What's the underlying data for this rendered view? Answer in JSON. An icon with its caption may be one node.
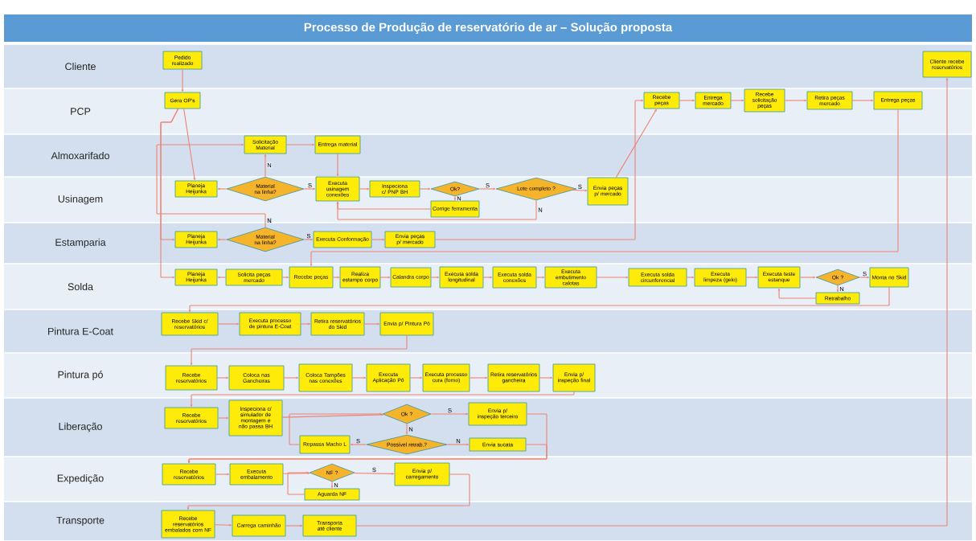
{
  "diagram": {
    "title": "Processo de Produção de reservatório de ar – Solução proposta",
    "nodes": [
      {
        "text": [
          "Cliente"
        ]
      },
      {
        "text": [
          "PCP"
        ]
      },
      {
        "text": [
          "Almoxarifado"
        ]
      },
      {
        "text": [
          "Usinagem"
        ]
      },
      {
        "text": [
          "Estamparia"
        ]
      },
      {
        "text": [
          "Solda"
        ]
      },
      {
        "text": [
          "Pintura E-Coat"
        ]
      },
      {
        "text": [
          "Pintura pó"
        ]
      },
      {
        "text": [
          "Liberação"
        ]
      },
      {
        "text": [
          "Expedição"
        ]
      },
      {
        "text": [
          "Transporte"
        ]
      },
      {
        "text": [
          "Pedido realizado"
        ],
        "in": 0
      },
      {
        "text": [
          "Cliente recebe reservatórios"
        ],
        "in": 0
      },
      {
        "text": [
          "Gera OP's"
        ],
        "in": 1
      },
      {
        "text": [
          "Recebe peças"
        ],
        "in": 1
      },
      {
        "text": [
          "Entrega mercado"
        ],
        "in": 1
      },
      {
        "text": [
          "Recebe solicitação peças"
        ],
        "in": 1
      },
      {
        "text": [
          "Retira peças mercado"
        ],
        "in": 1
      },
      {
        "text": [
          "Entrega peças"
        ],
        "in": 1
      },
      {
        "text": [
          "Solicitação Material"
        ],
        "in": 2
      },
      {
        "text": [
          "Entrega material"
        ],
        "in": 2
      },
      {
        "text": [
          "Planeja Heijunka"
        ],
        "in": 3
      },
      {
        "text": [
          "Material na linha?"
        ],
        "in": 3
      },
      {
        "text": [
          "Executa usinagem conexões"
        ],
        "in": 3
      },
      {
        "text": [
          "Inspeciona c/ PNP BH"
        ],
        "in": 3
      },
      {
        "text": [
          "Ok?"
        ],
        "in": 3
      },
      {
        "text": [
          "Corrige ferramenta"
        ],
        "in": 3
      },
      {
        "text": [
          "Lote completo ?"
        ],
        "in": 3
      },
      {
        "text": [
          "Envia peças p/ mercado"
        ],
        "in": 3
      },
      {
        "text": [
          "Planeja Heijunka"
        ],
        "in": 4
      },
      {
        "text": [
          "Material na linha?"
        ],
        "in": 4
      },
      {
        "text": [
          "Executa Conformação"
        ],
        "in": 4
      },
      {
        "text": [
          "Envia peças p/ mercado"
        ],
        "in": 4
      },
      {
        "text": [
          "Planeja Heijunka"
        ],
        "in": 5
      },
      {
        "text": [
          "Solicita peças mercado"
        ],
        "in": 5
      },
      {
        "text": [
          "Recebe peças"
        ],
        "in": 5
      },
      {
        "text": [
          "Realiza estampo corpo"
        ],
        "in": 5
      },
      {
        "text": [
          "Calandra corpo"
        ],
        "in": 5
      },
      {
        "text": [
          "Executa solda longitudinal"
        ],
        "in": 5
      },
      {
        "text": [
          "Executa solda conexões"
        ],
        "in": 5
      },
      {
        "text": [
          "Executa embutimento calotas"
        ],
        "in": 5
      },
      {
        "text": [
          "Executa solda circunferencial"
        ],
        "in": 5
      },
      {
        "text": [
          "Executa limpeza (gelo)"
        ],
        "in": 5
      },
      {
        "text": [
          "Executa teste estanque"
        ],
        "in": 5
      },
      {
        "text": [
          "Ok ?"
        ],
        "in": 5
      },
      {
        "text": [
          "Retrabalho"
        ],
        "in": 5
      },
      {
        "text": [
          "Monta no Skid"
        ],
        "in": 5
      },
      {
        "text": [
          "Recebe Skid c/ reservatórios"
        ],
        "in": 6
      },
      {
        "text": [
          "Executa processo de pintura E-Coat"
        ],
        "in": 6
      },
      {
        "text": [
          "Retira reservatórios do Skid"
        ],
        "in": 6
      },
      {
        "text": [
          "Envia p/ Pintura Pó"
        ],
        "in": 6
      },
      {
        "text": [
          "Recebe reservatórios"
        ],
        "in": 7
      },
      {
        "text": [
          "Coloca nas Gancheiras"
        ],
        "in": 7
      },
      {
        "text": [
          "Coloca Tampões nas conexões"
        ],
        "in": 7
      },
      {
        "text": [
          "Executa Aplicação Pó"
        ],
        "in": 7
      },
      {
        "text": [
          "Executa processo cura (forno)"
        ],
        "in": 7
      },
      {
        "text": [
          "Retira reservatórios gancheira"
        ],
        "in": 7
      },
      {
        "text": [
          "Envia p/ inspeção final"
        ],
        "in": 7
      },
      {
        "text": [
          "Recebe reservatórios"
        ],
        "in": 8
      },
      {
        "text": [
          "Inspeciona c/ simulador de montagem e não passa BH"
        ],
        "in": 8
      },
      {
        "text": [
          "Ok ?"
        ],
        "in": 8
      },
      {
        "text": [
          "Envia p/ inspeção terceiro"
        ],
        "in": 8
      },
      {
        "text": [
          "Repassa Macho L"
        ],
        "in": 8
      },
      {
        "text": [
          "Possível retrab.?"
        ],
        "in": 8
      },
      {
        "text": [
          "Envia sucata"
        ],
        "in": 8
      },
      {
        "text": [
          "Recebe reservatórios"
        ],
        "in": 9
      },
      {
        "text": [
          "Executa embalamento"
        ],
        "in": 9
      },
      {
        "text": [
          "NF ?"
        ],
        "in": 9
      },
      {
        "text": [
          "Aguarda NF"
        ],
        "in": 9
      },
      {
        "text": [
          "Envia p/ carregamento"
        ],
        "in": 9
      },
      {
        "text": [
          "Recebe reservatórios embalados com NF"
        ],
        "in": 10
      },
      {
        "text": [
          "Carrega caminhão"
        ],
        "in": 10
      },
      {
        "text": [
          "Transporta até cliente"
        ],
        "in": 10
      }
    ],
    "edges": [
      {
        "from": 11,
        "to": 13,
        "arrow": "to"
      },
      {
        "from": 13,
        "to": 21,
        "arrow": "to"
      },
      {
        "from": 13,
        "to": 29,
        "arrow": "to"
      },
      {
        "from": 13,
        "to": 33,
        "arrow": "to"
      },
      {
        "from": 22,
        "to": 21,
        "arrow": "to"
      },
      {
        "from": 22,
        "to": 23,
        "arrow": "to",
        "label": "S"
      },
      {
        "from": 22,
        "to": 19,
        "arrow": "to",
        "label": "N"
      },
      {
        "from": 19,
        "to": 20,
        "arrow": "to"
      },
      {
        "from": 20,
        "to": 23,
        "arrow": "to"
      },
      {
        "from": 23,
        "to": 24,
        "arrow": "to"
      },
      {
        "from": 24,
        "to": 25,
        "arrow": "to"
      },
      {
        "from": 25,
        "to": 27,
        "arrow": "to",
        "label": "S"
      },
      {
        "from": 25,
        "to": 26,
        "arrow": "to",
        "label": "N"
      },
      {
        "from": 26,
        "to": 23,
        "arrow": "to"
      },
      {
        "from": 27,
        "to": 23,
        "arrow": "to",
        "label": "N"
      },
      {
        "from": 27,
        "to": 28,
        "arrow": "to",
        "label": "S"
      },
      {
        "from": 28,
        "to": 14,
        "arrow": "to"
      },
      {
        "from": 32,
        "to": 14,
        "arrow": "to"
      },
      {
        "from": 14,
        "to": 15,
        "arrow": "to"
      },
      {
        "from": 15,
        "to": 16,
        "arrow": "to"
      },
      {
        "from": 16,
        "to": 17,
        "arrow": "to"
      },
      {
        "from": 17,
        "to": 18,
        "arrow": "to"
      },
      {
        "from": 18,
        "to": 35,
        "arrow": "to"
      },
      {
        "from": 30,
        "to": 29,
        "arrow": "to"
      },
      {
        "from": 30,
        "to": 31,
        "arrow": "to",
        "label": "S"
      },
      {
        "from": 30,
        "to": 19,
        "arrow": "to",
        "label": "N"
      },
      {
        "from": 31,
        "to": 32,
        "arrow": "to"
      },
      {
        "from": 34,
        "to": 33,
        "arrow": "to"
      },
      {
        "from": 34,
        "to": 35,
        "arrow": "to"
      },
      {
        "from": 35,
        "to": 36,
        "arrow": "to"
      },
      {
        "from": 36,
        "to": 37,
        "arrow": "to"
      },
      {
        "from": 37,
        "to": 38,
        "arrow": "to"
      },
      {
        "from": 38,
        "to": 39,
        "arrow": "to"
      },
      {
        "from": 39,
        "to": 40,
        "arrow": "to"
      },
      {
        "from": 40,
        "to": 41,
        "arrow": "to"
      },
      {
        "from": 41,
        "to": 42,
        "arrow": "to"
      },
      {
        "from": 42,
        "to": 43,
        "arrow": "to"
      },
      {
        "from": 43,
        "to": 44,
        "arrow": "to"
      },
      {
        "from": 44,
        "to": 46,
        "arrow": "to",
        "label": "S"
      },
      {
        "from": 44,
        "to": 45,
        "arrow": "to",
        "label": "N"
      },
      {
        "from": 45,
        "to": 43,
        "arrow": "to"
      },
      {
        "from": 46,
        "to": 47,
        "arrow": "to"
      },
      {
        "from": 47,
        "to": 48,
        "arrow": "to"
      },
      {
        "from": 48,
        "to": 49,
        "arrow": "to"
      },
      {
        "from": 49,
        "to": 50,
        "arrow": "to"
      },
      {
        "from": 50,
        "to": 51,
        "arrow": "to"
      },
      {
        "from": 51,
        "to": 52,
        "arrow": "to"
      },
      {
        "from": 52,
        "to": 53,
        "arrow": "to"
      },
      {
        "from": 53,
        "to": 54,
        "arrow": "to"
      },
      {
        "from": 54,
        "to": 55,
        "arrow": "to"
      },
      {
        "from": 55,
        "to": 56,
        "arrow": "to"
      },
      {
        "from": 56,
        "to": 57,
        "arrow": "to"
      },
      {
        "from": 57,
        "to": 58,
        "arrow": "to"
      },
      {
        "from": 58,
        "to": 59,
        "arrow": "to"
      },
      {
        "from": 59,
        "to": 60,
        "arrow": "to"
      },
      {
        "from": 60,
        "to": 61,
        "arrow": "to",
        "label": "S"
      },
      {
        "from": 60,
        "to": 63,
        "arrow": "to",
        "label": "N"
      },
      {
        "from": 63,
        "to": 62,
        "arrow": "to",
        "label": "S"
      },
      {
        "from": 63,
        "to": 64,
        "arrow": "to",
        "label": "N"
      },
      {
        "from": 62,
        "to": 60,
        "arrow": "to"
      },
      {
        "from": 61,
        "to": 65,
        "arrow": "to"
      },
      {
        "from": 64,
        "to": 65,
        "arrow": "to"
      },
      {
        "from": 65,
        "to": 66,
        "arrow": "to"
      },
      {
        "from": 66,
        "to": 67,
        "arrow": "to"
      },
      {
        "from": 67,
        "to": 69,
        "arrow": "to",
        "label": "S"
      },
      {
        "from": 67,
        "to": 68,
        "arrow": "to",
        "label": "N"
      },
      {
        "from": 68,
        "to": 67,
        "arrow": "to"
      },
      {
        "from": 69,
        "to": 70,
        "arrow": "to"
      },
      {
        "from": 70,
        "to": 71,
        "arrow": "to"
      },
      {
        "from": 71,
        "to": 72,
        "arrow": "to"
      },
      {
        "from": 72,
        "to": 12,
        "arrow": "to"
      }
    ]
  }
}
